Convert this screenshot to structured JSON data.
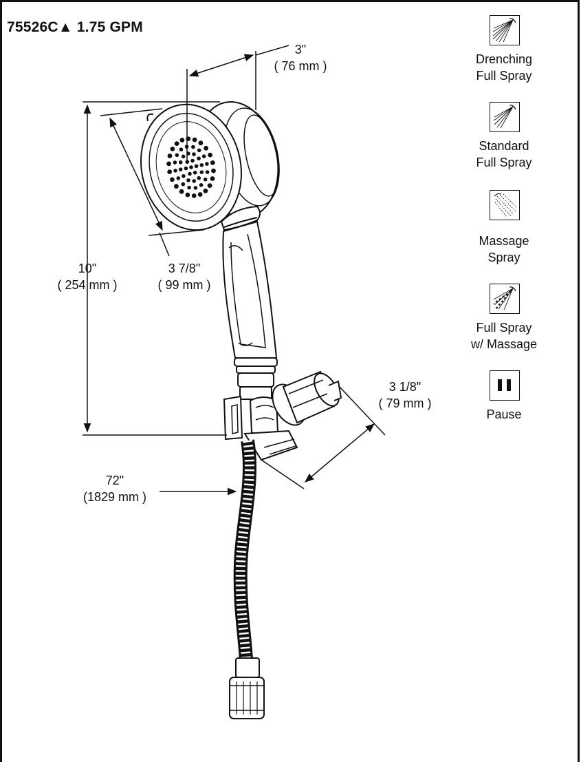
{
  "title": "75526C▲ 1.75 GPM",
  "dimensions": {
    "depth": {
      "in": "3\"",
      "mm": "( 76 mm )"
    },
    "diameter": {
      "in": "3 7/8\"",
      "mm": "( 99 mm )"
    },
    "height": {
      "in": "10\"",
      "mm": "( 254 mm )"
    },
    "bracket": {
      "in": "3 1/8\"",
      "mm": "( 79 mm )"
    },
    "hose": {
      "in": "72\"",
      "mm": "(1829 mm )"
    }
  },
  "spray_modes": [
    {
      "line1": "Drenching",
      "line2": "Full Spray",
      "icon": "drenching-spray-icon"
    },
    {
      "line1": "Standard",
      "line2": "Full Spray",
      "icon": "standard-spray-icon"
    },
    {
      "line1": "Massage",
      "line2": "Spray",
      "icon": "massage-spray-icon"
    },
    {
      "line1": "Full Spray",
      "line2": "w/ Massage",
      "icon": "full-spray-massage-icon"
    },
    {
      "line1": "Pause",
      "line2": "",
      "icon": "pause-icon"
    }
  ],
  "colors": {
    "ink": "#111111",
    "paper": "#ffffff"
  }
}
